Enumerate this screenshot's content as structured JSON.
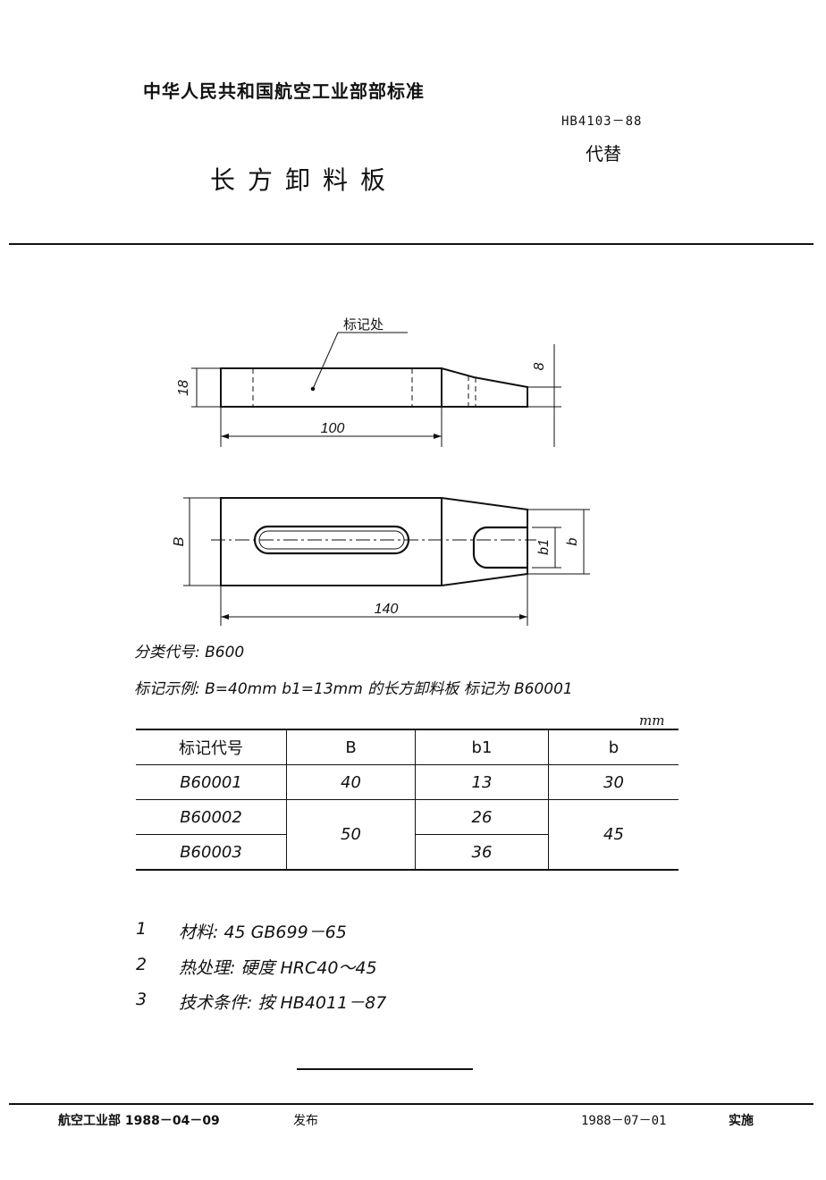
{
  "header": {
    "organization": "中华人民共和国航空工业部部标准",
    "standard_code": "HB4103－88",
    "replaces_label": "代替",
    "title": "长方卸料板"
  },
  "drawing": {
    "marking_label": "标记处",
    "dim_thickness": "18",
    "dim_tip": "8",
    "dim_length_top": "100",
    "dim_width": "B",
    "dim_slot_width": "b1",
    "dim_slot_outer": "b",
    "dim_total_length": "140"
  },
  "classification": "分类代号: B600",
  "marking_example": "标记示例: B=40mm b1=13mm 的长方卸料板 标记为 B60001",
  "table": {
    "unit": "mm",
    "headers": [
      "标记代号",
      "B",
      "b1",
      "b"
    ],
    "rows": [
      {
        "code": "B60001",
        "B": "40",
        "b1": "13",
        "b": "30"
      },
      {
        "code": "B60002",
        "B": "50",
        "b1": "26",
        "b": "45"
      },
      {
        "code": "B60003",
        "B": "50",
        "b1": "36",
        "b": "45"
      }
    ]
  },
  "notes": [
    {
      "num": "1",
      "text": "材料: 45 GB699－65"
    },
    {
      "num": "2",
      "text": "热处理: 硬度 HRC40～45"
    },
    {
      "num": "3",
      "text": "技术条件: 按 HB4011－87"
    }
  ],
  "footer": {
    "issuer": "航空工业部 1988－04－09",
    "issued_label": "发布",
    "effective_date": "1988－07－01",
    "effective_label": "实施"
  }
}
